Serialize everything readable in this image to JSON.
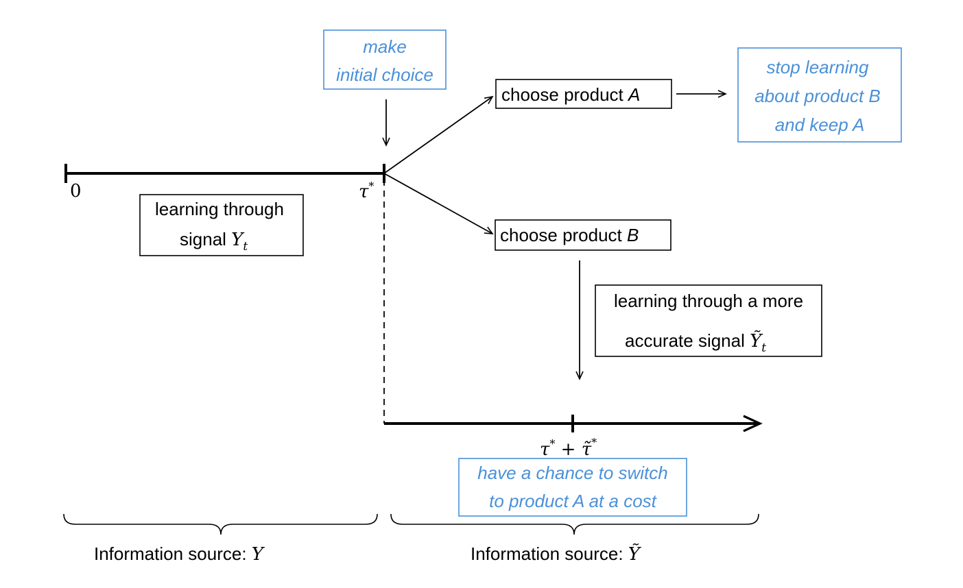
{
  "timeline": {
    "origin_label": "0",
    "tau_star_label": "τ*",
    "switch_time_label": "τ* + τ̃*"
  },
  "boxes": {
    "initial_choice": [
      "make",
      "initial choice"
    ],
    "choose_a": [
      "choose product ",
      "A"
    ],
    "stop_learning": [
      "stop learning",
      "about product B",
      "and keep A"
    ],
    "choose_b": [
      "choose product ",
      "B"
    ],
    "learning_signal": [
      "learning through",
      "signal ",
      "Y",
      "t"
    ],
    "accurate_signal": [
      "learning through a more",
      "accurate signal ",
      "Ỹ",
      "t"
    ],
    "switch": [
      "have a chance to switch",
      "to product A at a cost"
    ]
  },
  "braces": {
    "left_label": "Information source: ",
    "left_symbol": "Y",
    "right_label": "Information source: ",
    "right_symbol": "Ỹ"
  },
  "colors": {
    "accent_blue": "#4a90d9",
    "line": "#000000"
  }
}
